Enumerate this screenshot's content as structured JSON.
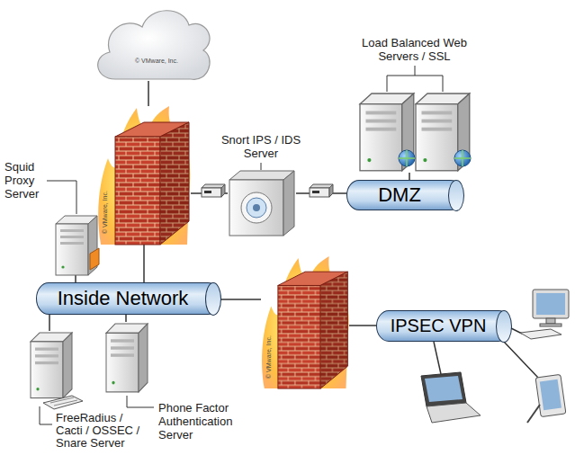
{
  "diagram": {
    "nodes": [
      {
        "text": [
          "© VMware, Inc."
        ]
      },
      {
        "text": [
          "© VMware, Inc."
        ]
      },
      {
        "text": [
          "Squid Proxy Server"
        ]
      },
      {
        "text": [
          "Snort IPS / IDS Server"
        ]
      },
      {
        "text": [
          "Load Balanced Web Servers / SSL"
        ]
      },
      {
        "text": [
          "DMZ"
        ]
      },
      {
        "text": [
          "Inside Network"
        ]
      },
      {
        "text": [
          "© VMware, Inc."
        ]
      },
      {
        "text": [
          "IPSEC VPN"
        ]
      },
      {
        "text": [
          "FreeRadius / Cacti / OSSEC / Snare Server"
        ]
      },
      {
        "text": [
          "Phone Factor Authentication Server"
        ]
      }
    ],
    "edges": [
      {
        "from": 0,
        "to": 1,
        "arrow": "none"
      },
      {
        "from": 1,
        "to": 3,
        "arrow": "none"
      },
      {
        "from": 3,
        "to": 5,
        "arrow": "none"
      },
      {
        "from": 4,
        "to": 5,
        "arrow": "none"
      },
      {
        "from": 1,
        "to": 6,
        "arrow": "none"
      },
      {
        "from": 2,
        "to": 6,
        "arrow": "none"
      },
      {
        "from": 6,
        "to": 7,
        "arrow": "none"
      },
      {
        "from": 7,
        "to": 8,
        "arrow": "none"
      },
      {
        "from": 9,
        "to": 6,
        "arrow": "none"
      },
      {
        "from": 10,
        "to": 6,
        "arrow": "none"
      }
    ]
  }
}
